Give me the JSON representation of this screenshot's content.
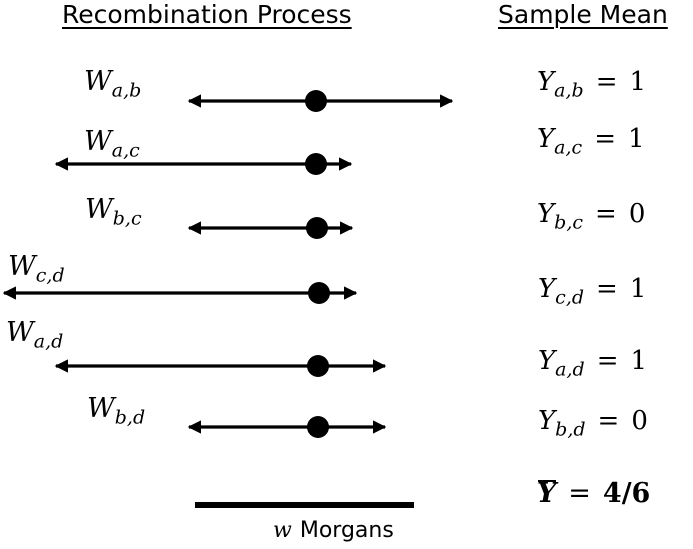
{
  "headers": {
    "left": "Recombination Process",
    "right": "Sample Mean"
  },
  "rows": [
    {
      "w_base": "W",
      "w_sub": "a,b",
      "y_base": "Y",
      "y_sub": "a,b",
      "eq": "=",
      "y_val": "1"
    },
    {
      "w_base": "W",
      "w_sub": "a,c",
      "y_base": "Y",
      "y_sub": "a,c",
      "eq": "=",
      "y_val": "1"
    },
    {
      "w_base": "W",
      "w_sub": "b,c",
      "y_base": "Y",
      "y_sub": "b,c",
      "eq": "=",
      "y_val": "0"
    },
    {
      "w_base": "W",
      "w_sub": "c,d",
      "y_base": "Y",
      "y_sub": "c,d",
      "eq": "=",
      "y_val": "1"
    },
    {
      "w_base": "W",
      "w_sub": "a,d",
      "y_base": "Y",
      "y_sub": "a,d",
      "eq": "=",
      "y_val": "1"
    },
    {
      "w_base": "W",
      "w_sub": "b,d",
      "y_base": "Y",
      "y_sub": "b,d",
      "eq": "=",
      "y_val": "0"
    }
  ],
  "mean": {
    "symbol": "Y",
    "eq": "=",
    "value": "4/6"
  },
  "scale": {
    "variable": "w",
    "unit": "Morgans"
  }
}
